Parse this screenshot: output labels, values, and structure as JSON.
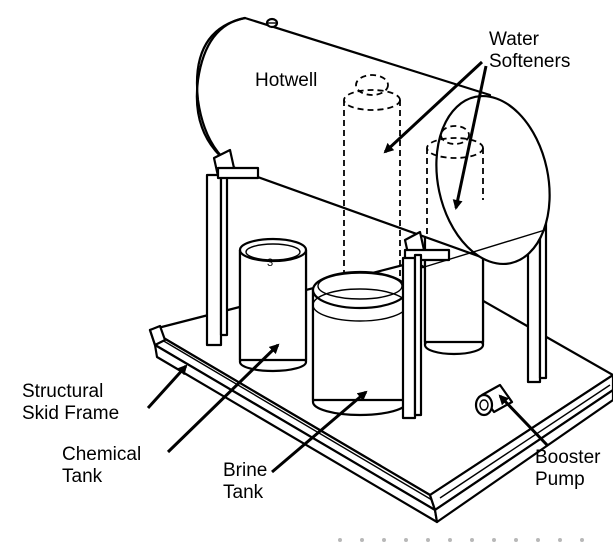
{
  "labels": {
    "hotwell": "Hotwell",
    "water_softeners_line1": "Water",
    "water_softeners_line2": "Softeners",
    "skid_frame_line1": "Structural",
    "skid_frame_line2": "Skid Frame",
    "chemical_tank_line1": "Chemical",
    "chemical_tank_line2": "Tank",
    "brine_tank_line1": "Brine",
    "brine_tank_line2": "Tank",
    "booster_pump_line1": "Booster",
    "booster_pump_line2": "Pump"
  },
  "chemical_tank_lid_mark": "3"
}
